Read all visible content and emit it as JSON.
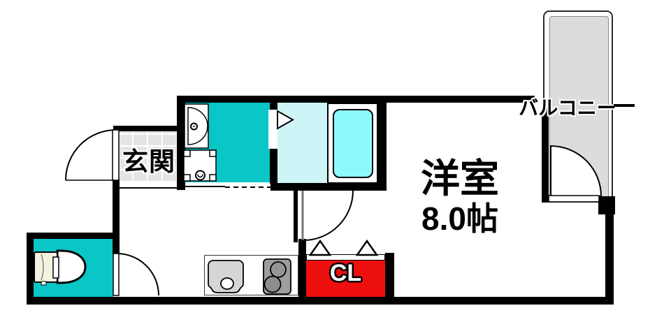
{
  "labels": {
    "entrance": "玄関",
    "main_room_name": "洋室",
    "main_room_size": "8.0帖",
    "balcony": "バルコニー",
    "closet": "CL"
  },
  "colors": {
    "wall": "#000000",
    "wet_area": "#0ac6c6",
    "bath_floor": "#cdf5f7",
    "bathtub": "#8cfafd",
    "closet": "#ee0f0f",
    "balcony_floor": "#dcdcdc",
    "entrance_tile": "#e4e4e4",
    "kitchen_sink": "#d6d6d6",
    "stove": "#9e9e9e",
    "toilet_tank": "#f4f2df"
  }
}
